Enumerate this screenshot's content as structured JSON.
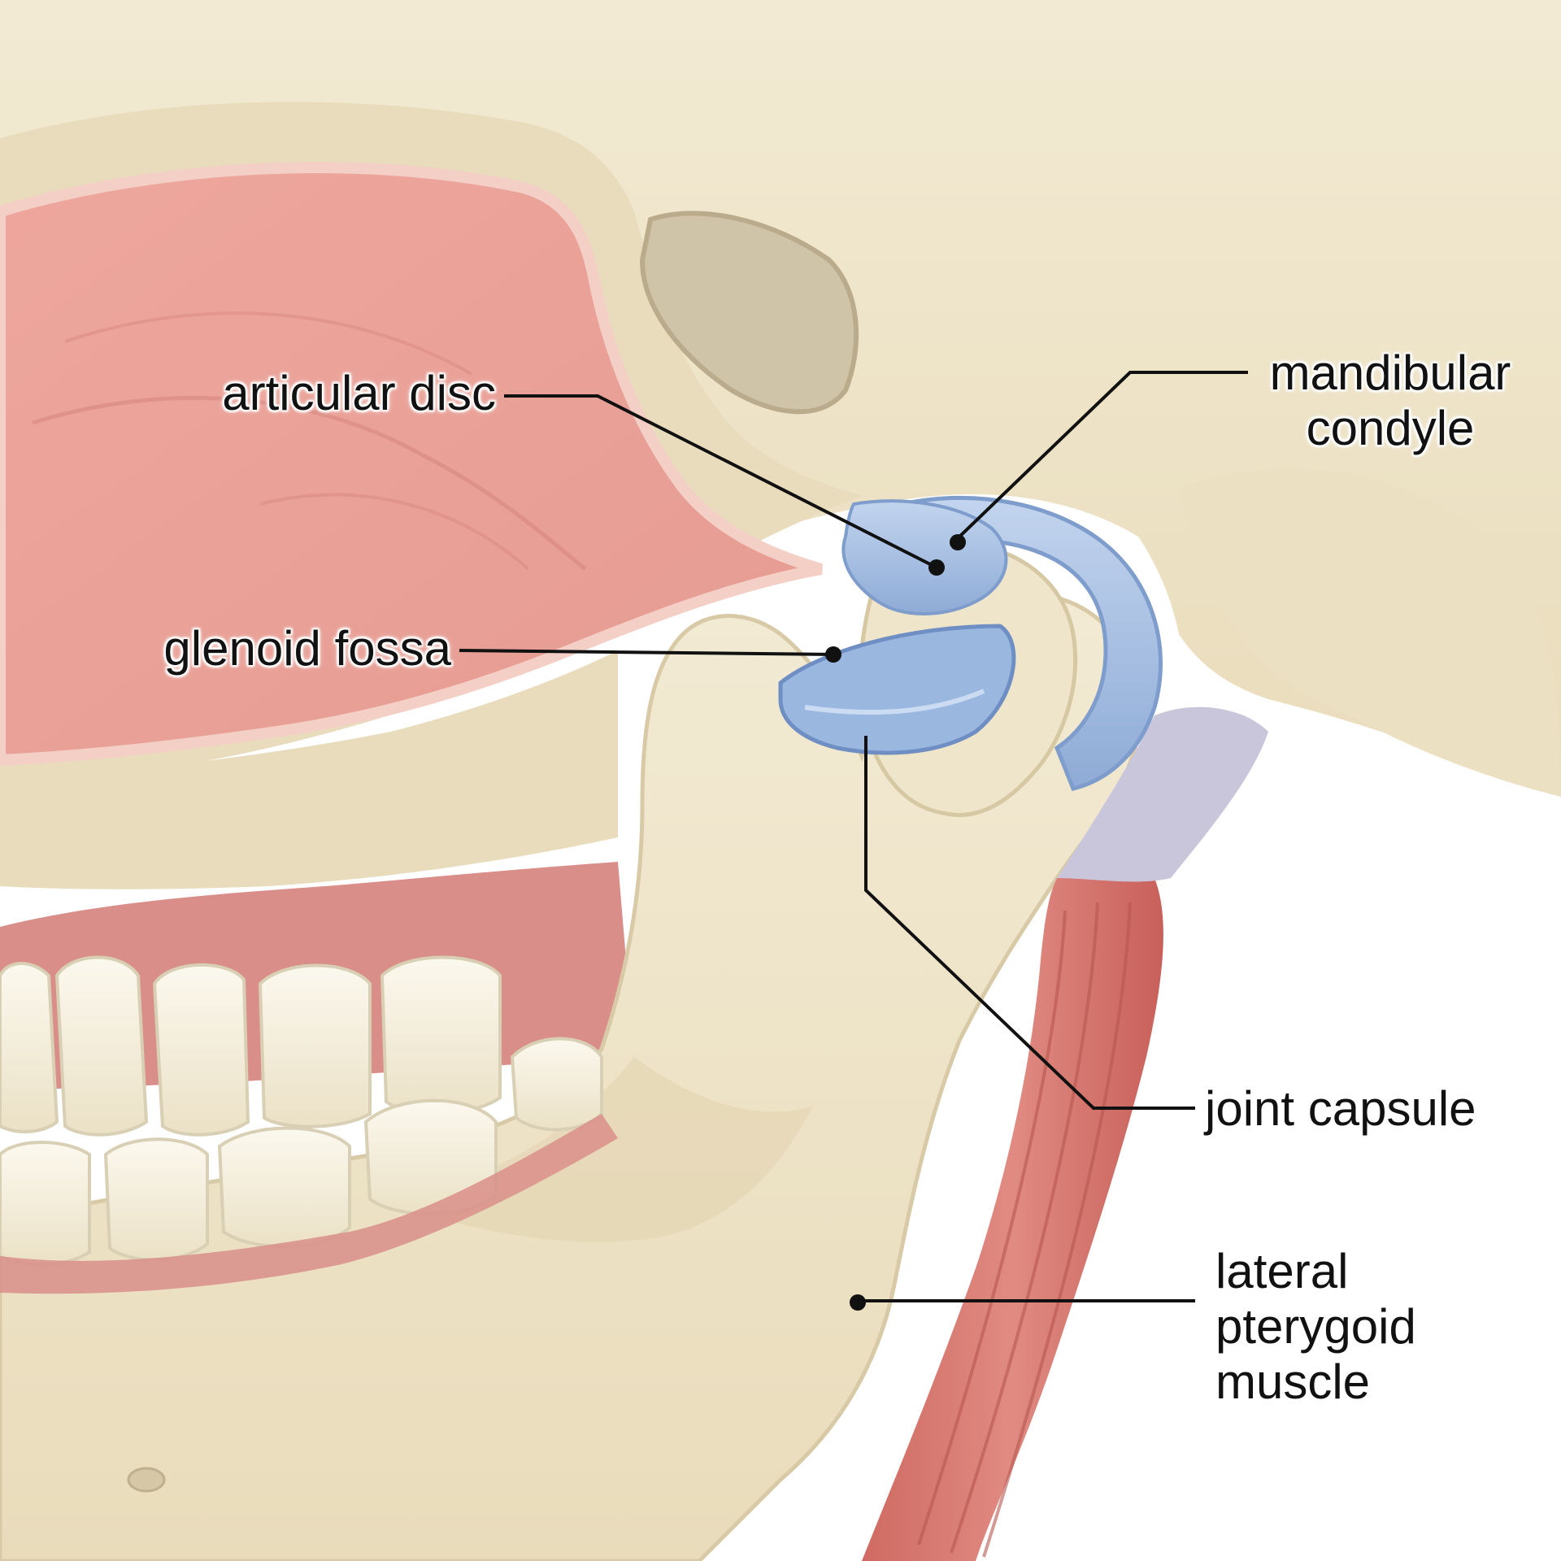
{
  "labels": {
    "articular_disc": "articular disc",
    "mandibular_condyle": [
      "mandibular",
      "condyle"
    ],
    "glenoid_fossa": "glenoid fossa",
    "joint_capsule": "joint capsule",
    "lateral_pterygoid_muscle": [
      "lateral",
      "pterygoid",
      "muscle"
    ]
  },
  "colors": {
    "bone": "#efe6cc",
    "bone_shadow": "#d9ccaa",
    "cavity_pink": "#e8a49b",
    "cavity_light": "#f2c3b8",
    "gum": "#d98e8a",
    "tooth": "#f7f2e4",
    "disc_blue": "#a9c1e3",
    "disc_dark": "#7fa0d0",
    "muscle_red": "#d9776e",
    "leader": "#111111"
  }
}
